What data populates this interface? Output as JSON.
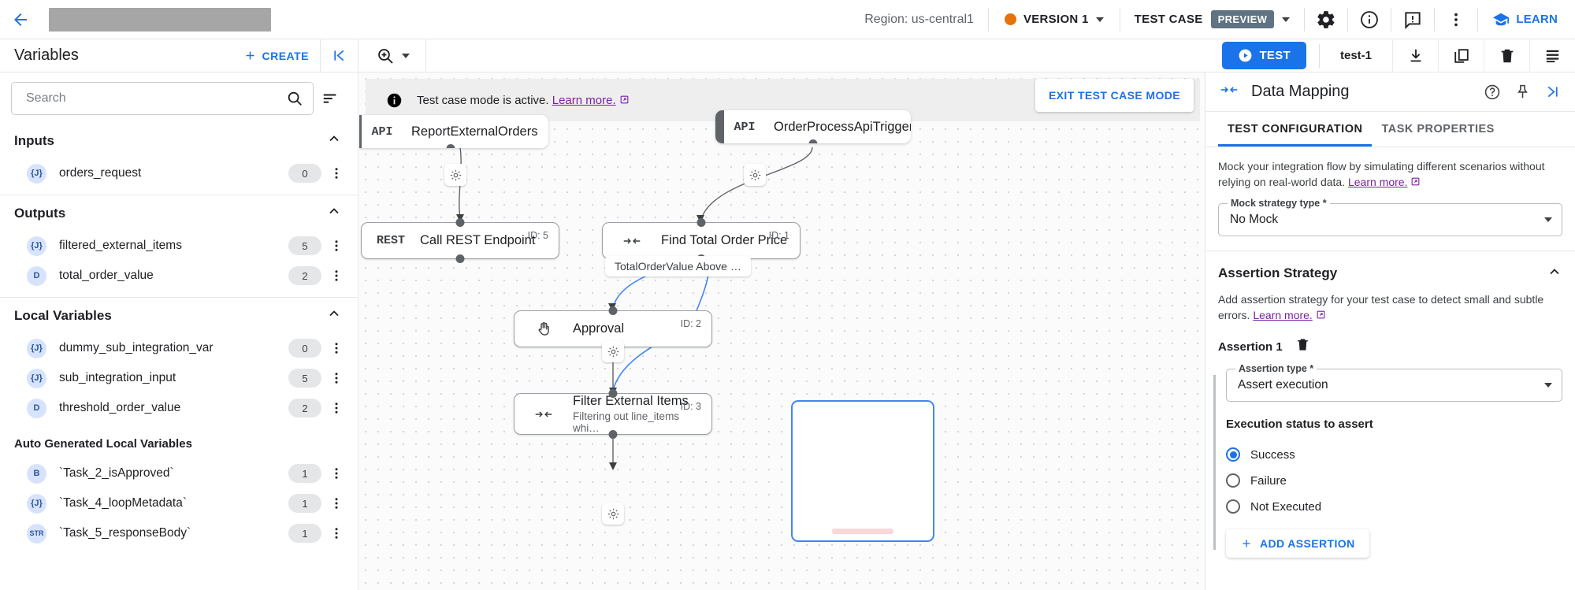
{
  "header": {
    "back_icon": "back-arrow-icon",
    "region_label": "Region: us-central1",
    "version_label": "VERSION 1",
    "version_status_color": "#e8710a",
    "test_case_label": "TEST CASE",
    "preview_badge": "PREVIEW",
    "learn_label": "LEARN",
    "icons": [
      "gear-icon",
      "info-icon",
      "feedback-icon",
      "more-vert-icon"
    ]
  },
  "subbar": {
    "variables_title": "Variables",
    "create_label": "CREATE",
    "collapse_icon": "collapse-left-icon",
    "zoom_icon": "zoom-in-icon",
    "test_label": "TEST",
    "test_case_name": "test-1",
    "icons": [
      "download-icon",
      "copy-icon",
      "delete-icon",
      "list-icon"
    ]
  },
  "sidebar": {
    "search": {
      "placeholder": "Search",
      "value": ""
    },
    "groups": [
      {
        "title": "Inputs",
        "items": [
          {
            "type": "{J}",
            "name": "orders_request",
            "count": "0"
          }
        ]
      },
      {
        "title": "Outputs",
        "items": [
          {
            "type": "{J}",
            "name": "filtered_external_items",
            "count": "5"
          },
          {
            "type": "D",
            "name": "total_order_value",
            "count": "2"
          }
        ]
      },
      {
        "title": "Local Variables",
        "items": [
          {
            "type": "{J}",
            "name": "dummy_sub_integration_var",
            "count": "0"
          },
          {
            "type": "{J}",
            "name": "sub_integration_input",
            "count": "5"
          },
          {
            "type": "D",
            "name": "threshold_order_value",
            "count": "2"
          }
        ]
      },
      {
        "title": "Auto Generated Local Variables",
        "items": [
          {
            "type": "B",
            "name": "`Task_2_isApproved`",
            "count": "1"
          },
          {
            "type": "{J}",
            "name": "`Task_4_loopMetadata`",
            "count": "1"
          },
          {
            "type": "STR",
            "name": "`Task_5_responseBody`",
            "count": "1"
          }
        ]
      }
    ]
  },
  "canvas": {
    "banner": {
      "text": "Test case mode is active.",
      "link": "Learn more.",
      "exit_label": "EXIT TEST CASE MODE"
    },
    "nodes": [
      {
        "icon": "API",
        "title": "ReportExternalOrders",
        "sub": "",
        "id": ""
      },
      {
        "icon": "API",
        "title": "OrderProcessApiTrigger",
        "sub": "",
        "id": ""
      },
      {
        "icon": "REST",
        "title": "Call REST Endpoint",
        "sub": "",
        "id": "ID: 5"
      },
      {
        "icon": "mapping",
        "title": "Find Total Order Price",
        "sub": "",
        "id": "ID: 1"
      },
      {
        "icon": "hand",
        "title": "Approval",
        "sub": "",
        "id": "ID: 2"
      },
      {
        "icon": "mapping",
        "title": "Filter External Items",
        "sub": "Filtering out line_items whi…",
        "id": "ID: 3"
      }
    ],
    "edge_label": "TotalOrderValue Above …"
  },
  "rightpanel": {
    "title": "Data Mapping",
    "header_icons": [
      "help-icon",
      "pin-icon",
      "expand-right-icon"
    ],
    "tabs": [
      {
        "label": "TEST CONFIGURATION",
        "active": true
      },
      {
        "label": "TASK PROPERTIES",
        "active": false
      }
    ],
    "mock_desc": "Mock your integration flow by simulating different scenarios without relying on real-world data.",
    "mock_link": "Learn more.",
    "mock_field": {
      "label": "Mock strategy type *",
      "value": "No Mock"
    },
    "assertion": {
      "section_title": "Assertion Strategy",
      "desc": "Add assertion strategy for your test case to detect small and subtle errors.",
      "desc_link": "Learn more.",
      "item_label": "Assertion 1",
      "type_field": {
        "label": "Assertion type *",
        "value": "Assert execution"
      },
      "status_label": "Execution status to assert",
      "options": [
        {
          "label": "Success",
          "selected": true
        },
        {
          "label": "Failure",
          "selected": false
        },
        {
          "label": "Not Executed",
          "selected": false
        }
      ],
      "add_label": "ADD ASSERTION"
    }
  }
}
